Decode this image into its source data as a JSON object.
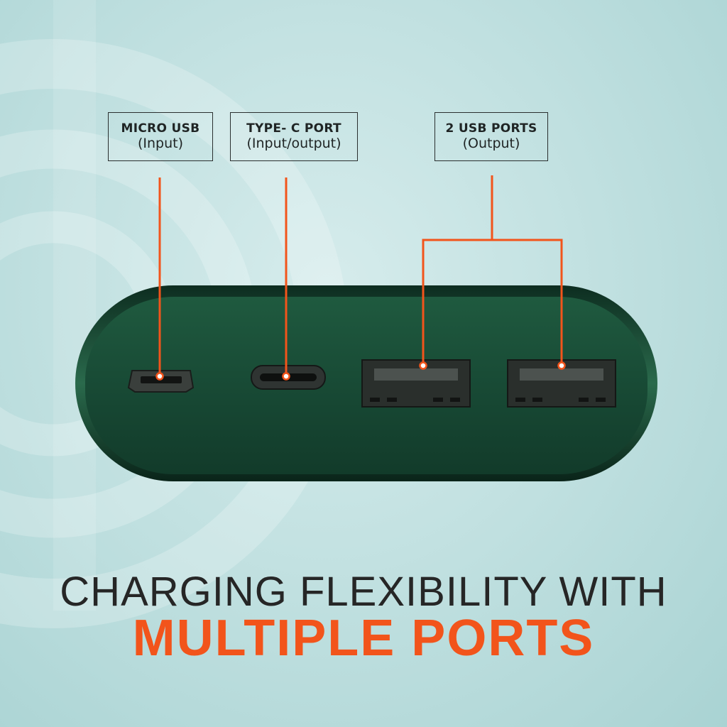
{
  "labels": {
    "micro_usb": {
      "title": "MICRO USB",
      "subtitle": "(Input)"
    },
    "type_c": {
      "title": "TYPE- C PORT",
      "subtitle": "(Input/output)"
    },
    "usb_ports": {
      "title": "2 USB PORTS",
      "subtitle": "(Output)"
    }
  },
  "headline": {
    "line1": "CHARGING FLEXIBILITY WITH",
    "line2": "MULTIPLE PORTS"
  },
  "colors": {
    "accent": "#f2541b",
    "device_body": "#1a4a34",
    "background": "#c2e1e1",
    "text_dark": "#262626"
  }
}
